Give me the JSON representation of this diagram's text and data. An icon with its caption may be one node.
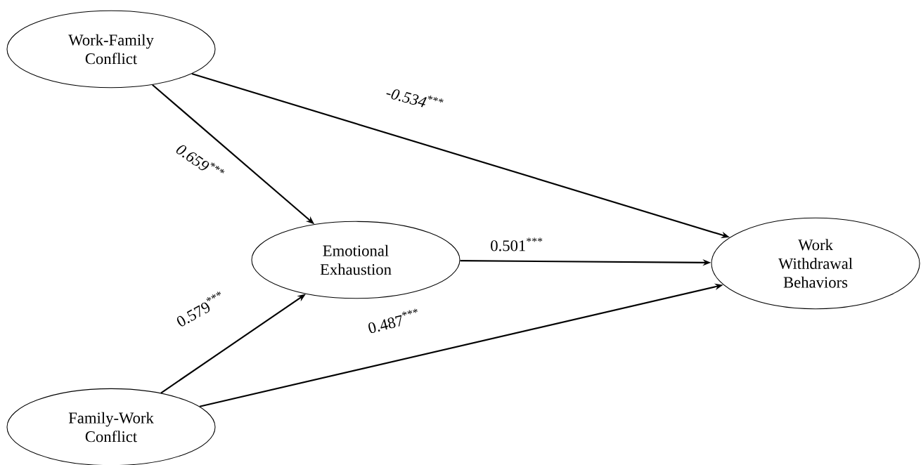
{
  "diagram": {
    "nodes": [
      {
        "text": [
          "Work-Family Conflict"
        ]
      },
      {
        "text": [
          "Emotional Exhaustion"
        ]
      },
      {
        "text": [
          "Work Withdrawal Behaviors"
        ]
      },
      {
        "text": [
          "Family-Work Conflict"
        ]
      }
    ],
    "edges": [
      {
        "from": 0,
        "to": 2,
        "arrow": "to",
        "label": "*-0.534*$^{***}$"
      },
      {
        "from": 0,
        "to": 1,
        "arrow": "to",
        "label": "*0.659*$^{***}$"
      },
      {
        "from": 1,
        "to": 2,
        "arrow": "to",
        "label": "0.501$^{***}$"
      },
      {
        "from": 3,
        "to": 1,
        "arrow": "to",
        "label": "0.579$^{***}$"
      },
      {
        "from": 3,
        "to": 2,
        "arrow": "to",
        "label": "0.487$^{***}$"
      }
    ]
  }
}
